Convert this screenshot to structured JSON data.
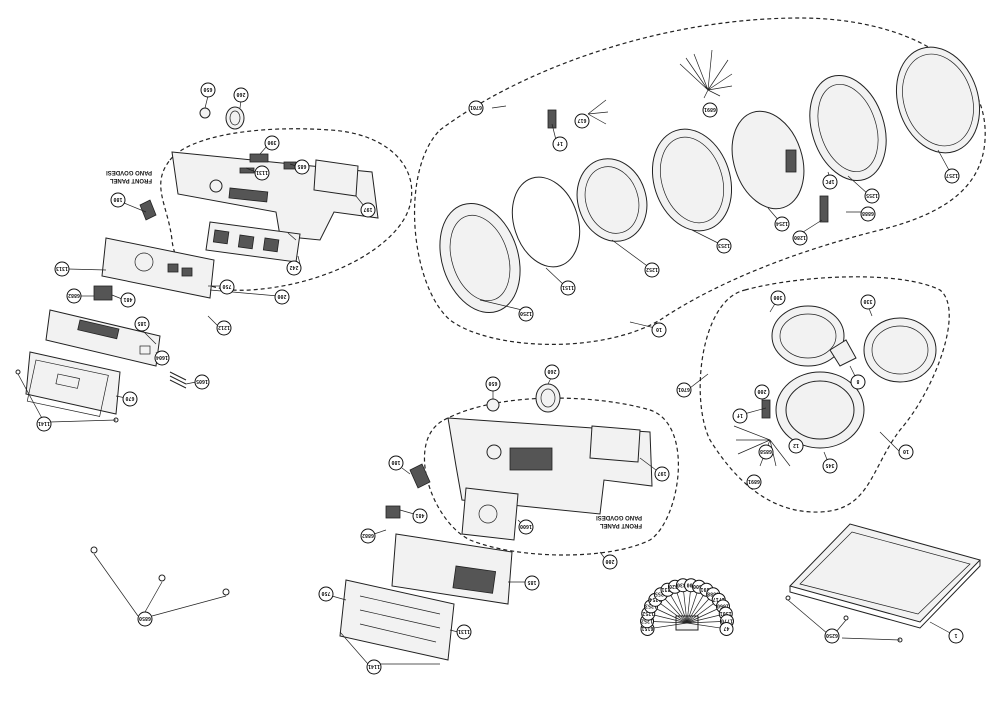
{
  "front_panel_label": {
    "line1": "PANO GOVDESI",
    "line2": "FRONT PANEL"
  },
  "callouts": {
    "a_knob_small": "650",
    "a_knob_large": "260",
    "a_switch": "390",
    "a_bracket": "1131",
    "a_clip": "685",
    "a_frame_label": "197",
    "a_lamp": "180",
    "a_board_a": "242",
    "a_panel_group": "200",
    "a_main_board_screw": "1212",
    "a_main_board": "750",
    "a_small_switch": "481",
    "a_switch_screw": "6882",
    "a_screw_b": "1313",
    "a_display": "185",
    "a_cable": "1604",
    "a_harness": "1605",
    "a_housing": "670",
    "a_screws": "1141",
    "b_screw": "6701",
    "b_ring_1": "1250",
    "b_seal": "1151",
    "b_glass_inner": "1252",
    "b_lock": "1f",
    "b_hinge_screws": "617",
    "b_frame_2": "1253",
    "b_wires": "6891",
    "b_frame_3": "1254",
    "b_hinge": "1280",
    "b_hinge_small": "1PC",
    "b_hinge_screw": "6888",
    "b_frame_4": "1255",
    "b_glass_outer": "1257",
    "b_group": "10",
    "c_ring_a": "300",
    "c_ring_b": "330",
    "c_pin": "8",
    "c_screw": "6701",
    "c_seal": "200",
    "c_lock": "1f",
    "c_frame": "12",
    "c_wires": "6891",
    "c_hinge": "345",
    "c_screws": "6858",
    "c_group": "10",
    "d_knob_small": "650",
    "d_knob_large": "260",
    "d_lamp": "180",
    "d_frame_label": "197",
    "d_switch": "481",
    "d_switch_screw": "6882",
    "d_window": "1600",
    "d_panel_group": "200",
    "d_display": "185",
    "d_housing": "750",
    "d_screw_right": "1131",
    "d_screws": "1141",
    "e_screws": "6850",
    "f_parts": [
      "6151",
      "1252",
      "1252",
      "1253",
      "1254",
      "1255",
      "1231",
      "1320",
      "1330",
      "200",
      "1600",
      "6891",
      "6888",
      "1717",
      "1660",
      "1301",
      "1770",
      "47"
    ],
    "g_lid_screws": "6250",
    "g_lid": "1"
  }
}
